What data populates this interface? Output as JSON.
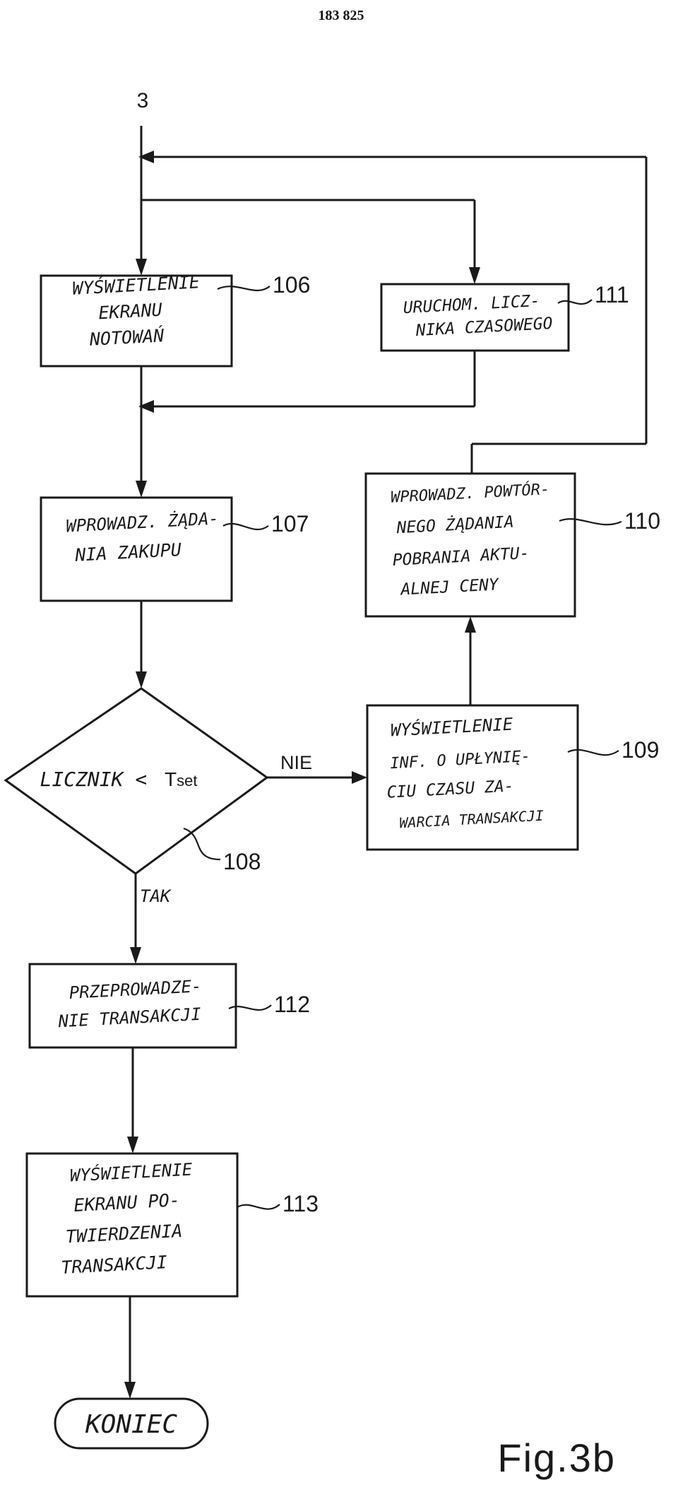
{
  "page_number": "183 825",
  "figure_label": "Fig.3b",
  "entry_connector": "3",
  "nodes": {
    "n106": {
      "ref": "106",
      "lines": [
        "WYŚWIETLENIE",
        "EKRANU",
        "NOTOWAŃ"
      ]
    },
    "n111": {
      "ref": "111",
      "lines": [
        "URUCHOM. LICZ-",
        "NIKA CZASOWEGO"
      ]
    },
    "n107": {
      "ref": "107",
      "lines": [
        "WPROWADZ. ŻĄDA-",
        "NIA ZAKUPU"
      ]
    },
    "n110": {
      "ref": "110",
      "lines": [
        "WPROWADZ. POWTÓR-",
        "NEGO ŻĄDANIA",
        "POBRANIA AKTU-",
        "ALNEJ CENY"
      ]
    },
    "n108": {
      "ref": "108",
      "label": "LICZNIK <",
      "t_main": "T",
      "t_sub": "set"
    },
    "n109": {
      "ref": "109",
      "lines": [
        "WYŚWIETLENIE",
        "INF. O UPŁYNIĘ-",
        "CIU CZASU ZA-",
        "WARCIA TRANSAKCJI"
      ]
    },
    "n112": {
      "ref": "112",
      "lines": [
        "PRZEPROWADZE-",
        "NIE TRANSAKCJI"
      ]
    },
    "n113": {
      "ref": "113",
      "lines": [
        "WYŚWIETLENIE",
        "EKRANU PO-",
        "TWIERDZENIA",
        "TRANSAKCJI"
      ]
    },
    "end": {
      "label": "KONIEC"
    }
  },
  "branches": {
    "no": "NIE",
    "yes": "TAK"
  }
}
